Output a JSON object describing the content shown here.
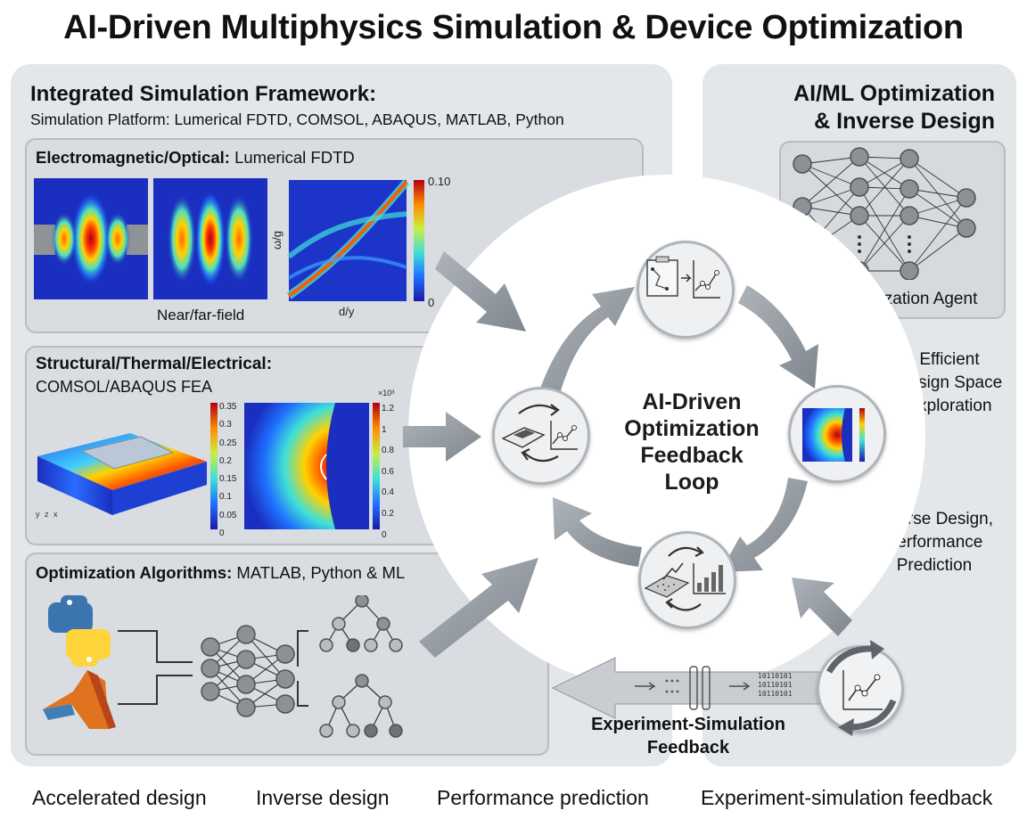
{
  "title": "AI-Driven Multiphysics Simulation & Device Optimization",
  "framework": {
    "heading": "Integrated Simulation Framework:",
    "platform": "Simulation Platform: Lumerical FDTD, COMSOL, ABAQUS, MATLAB, Python"
  },
  "em_card": {
    "title_bold": "Electromagnetic/Optical:",
    "title_rest": " Lumerical FDTD",
    "caption": "Near/far-field",
    "xlabel": "d/y",
    "ylabel": "ω/g",
    "cbar_max": "0.10",
    "cbar_min": "0"
  },
  "fea_card": {
    "title_bold": "Structural/Thermal/Electrical:",
    "subtitle": "COMSOL/ABAQUS FEA",
    "scale1": [
      "0.35",
      "0.3",
      "0.25",
      "0.2",
      "0.15",
      "0.1",
      "0.05",
      "0"
    ],
    "scale2_exp": "×10³",
    "scale2": [
      "1.2",
      "1",
      "0.8",
      "0.6",
      "0.4",
      "0.2",
      "0"
    ],
    "axes": "y z x"
  },
  "opt_card": {
    "title_bold": "Optimization Algorithms:",
    "title_rest": " MATLAB, Python & ML"
  },
  "loop": {
    "line1": "AI-Driven",
    "line2": "Optimization",
    "line3": "Feedback",
    "line4": "Loop"
  },
  "right": {
    "heading1": "AI/ML Optimization",
    "heading2": "& Inverse Design",
    "agent": "AI Optimization Agent",
    "efficient": [
      "Efficient",
      "Design Space",
      "Exploration"
    ],
    "inverse": [
      "Inverse Design,",
      "Performance",
      "Prediction"
    ]
  },
  "experiment": {
    "line1": "Experiment-Simulation",
    "line2": "Feedback",
    "bits1": "10110101",
    "bits2": "10110101",
    "bits3": "10110101"
  },
  "bottom": {
    "item1": "Accelerated design",
    "item2": "Inverse design",
    "item3": "Performance prediction",
    "item4": "Experiment-simulation feedback"
  },
  "colors": {
    "panel": "#e4e7ea",
    "card": "#d9dde1",
    "arrow": "#8e959c",
    "jet_red": "#d7191c",
    "jet_blue": "#1a2fbf"
  }
}
